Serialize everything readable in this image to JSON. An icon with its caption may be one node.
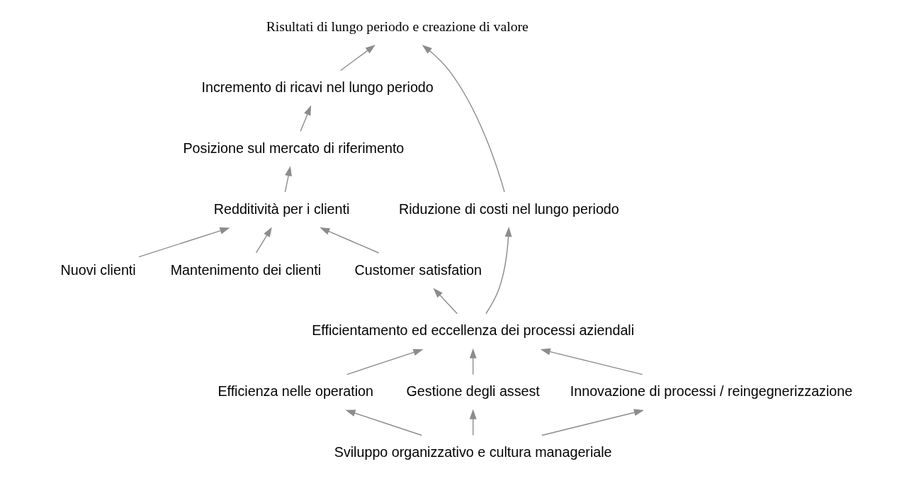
{
  "diagram": {
    "nodes": [
      {
        "text": [
          "Risultati di lungo periodo e creazione di valore"
        ]
      },
      {
        "text": [
          "Incremento di ricavi nel lungo periodo"
        ]
      },
      {
        "text": [
          "Riduzione di costi nel lungo periodo"
        ]
      },
      {
        "text": [
          "Posizione sul mercato di riferimento"
        ]
      },
      {
        "text": [
          "Nuovi clienti"
        ]
      },
      {
        "text": [
          "Redditività per i clienti"
        ]
      },
      {
        "text": [
          "Mantenimento dei clienti"
        ]
      },
      {
        "text": [
          "Customer satisfation"
        ]
      },
      {
        "text": [
          "Efficientamento ed eccellenza dei processi aziendali"
        ]
      },
      {
        "text": [
          "Efficienza nelle operation"
        ]
      },
      {
        "text": [
          "Gestione degli assest"
        ]
      },
      {
        "text": [
          "Innovazione di processi / reingegnerizzazione"
        ]
      },
      {
        "text": [
          "Sviluppo organizzativo e cultura manageriale"
        ]
      }
    ],
    "edges": [
      {
        "from": 1,
        "to": 0,
        "arrow": "to"
      },
      {
        "from": 2,
        "to": 0,
        "arrow": "to"
      },
      {
        "from": 3,
        "to": 1,
        "arrow": "to"
      },
      {
        "from": 5,
        "to": 3,
        "arrow": "to"
      },
      {
        "from": 4,
        "to": 5,
        "arrow": "to"
      },
      {
        "from": 6,
        "to": 5,
        "arrow": "to"
      },
      {
        "from": 7,
        "to": 5,
        "arrow": "to"
      },
      {
        "from": 8,
        "to": 7,
        "arrow": "to"
      },
      {
        "from": 8,
        "to": 2,
        "arrow": "to"
      },
      {
        "from": 9,
        "to": 8,
        "arrow": "to"
      },
      {
        "from": 11,
        "to": 8,
        "arrow": "to"
      },
      {
        "from": 10,
        "to": 8,
        "arrow": "to"
      },
      {
        "from": 12,
        "to": 9,
        "arrow": "to"
      },
      {
        "from": 12,
        "to": 11,
        "arrow": "to"
      },
      {
        "from": 12,
        "to": 10,
        "arrow": "to"
      }
    ]
  }
}
